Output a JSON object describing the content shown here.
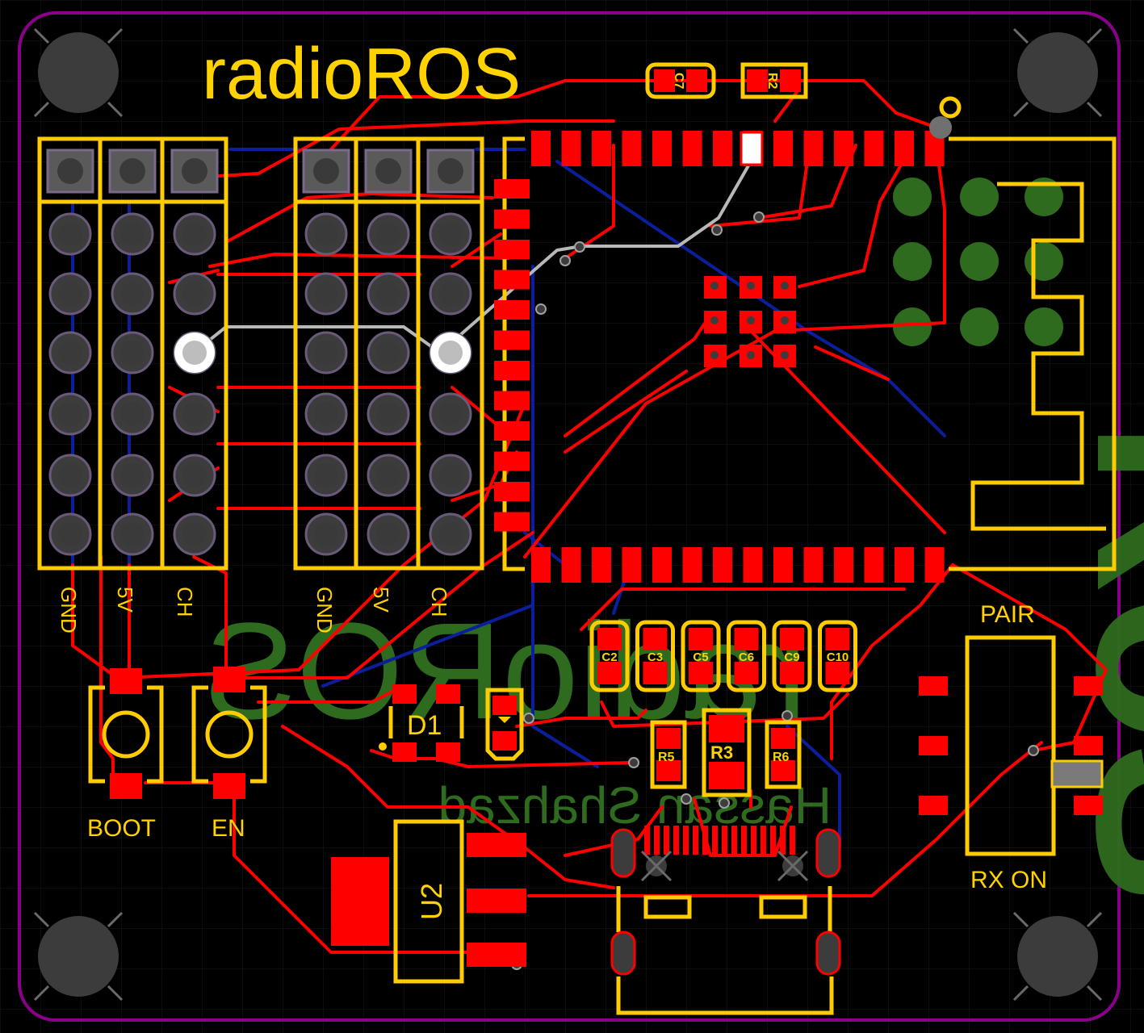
{
  "title": "radioROS",
  "author_text": "Hassan Shahzad",
  "logo_text": "radioROS",
  "large_logo_text": "RoS",
  "header_left": {
    "labels": [
      "GND",
      "5V",
      "CH"
    ]
  },
  "header_right": {
    "labels": [
      "GND",
      "5V",
      "CH"
    ]
  },
  "buttons": {
    "boot": "BOOT",
    "en": "EN"
  },
  "switch": {
    "top": "PAIR",
    "bottom": "RX ON"
  },
  "components": {
    "regulator": "U2",
    "diode": "D1",
    "top_caps": [
      "C7",
      "R2"
    ],
    "cap_row": [
      "C2",
      "C3",
      "C5",
      "C6",
      "C9",
      "C10"
    ],
    "resistors": [
      "R5",
      "R3",
      "R6"
    ]
  },
  "colors": {
    "background": "#000000",
    "outline": "#8B008B",
    "copper_top": "#FF0000",
    "copper_bottom": "#0A1E9E",
    "silkscreen": "#FFD200",
    "bottom_silk": "#2F6B1E"
  }
}
